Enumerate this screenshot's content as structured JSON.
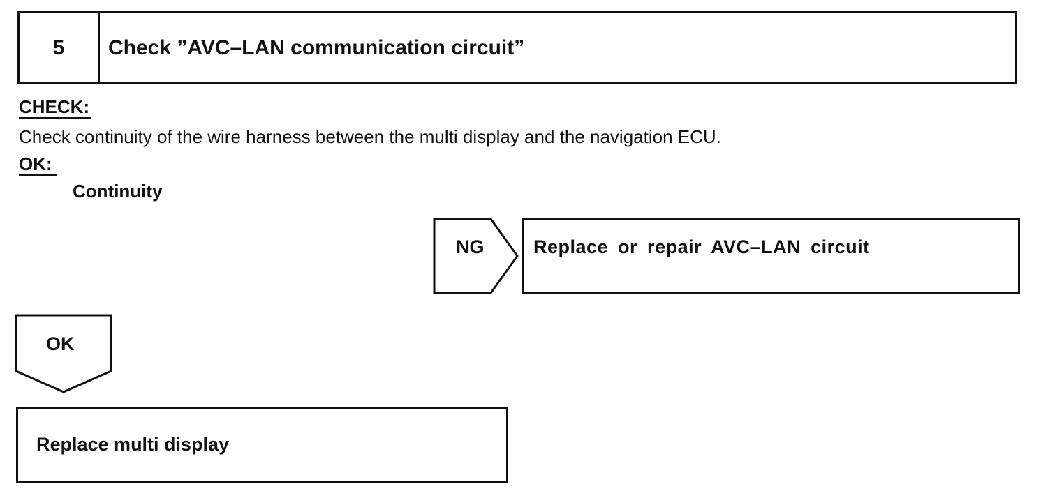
{
  "step": {
    "number": "5",
    "title": "Check ”AVC–LAN communication circuit”"
  },
  "check": {
    "label": "CHECK:",
    "text": "Check continuity of the wire harness between the multi display and the navigation ECU."
  },
  "ok_spec": {
    "label": "OK:",
    "value": "Continuity"
  },
  "ng_branch": {
    "label": "NG",
    "action": "Replace or repair AVC–LAN circuit"
  },
  "ok_branch": {
    "label": "OK",
    "action": "Replace multi display"
  }
}
